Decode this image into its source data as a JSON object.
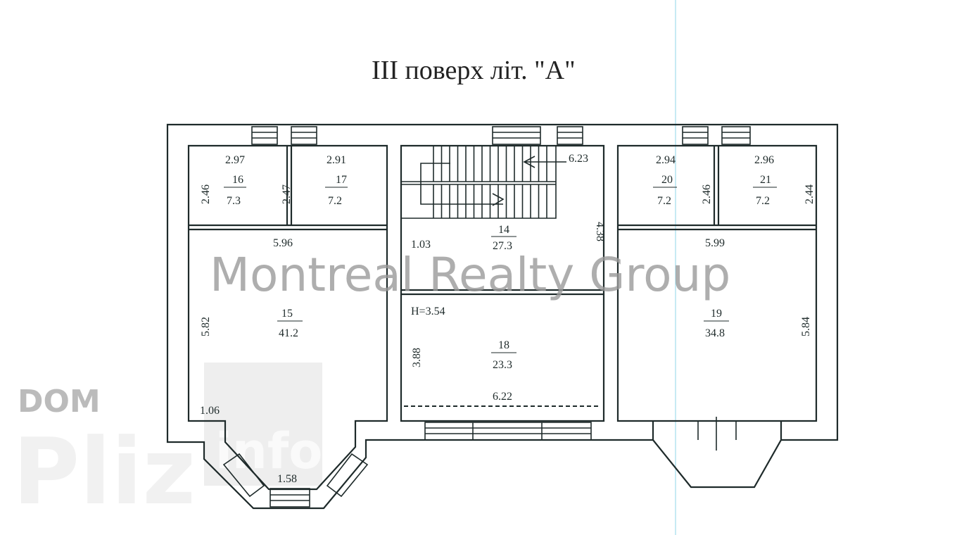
{
  "title": "III поверх літ. \"A\"",
  "rooms": [
    {
      "number": "16",
      "area": "7.3",
      "width": "2.97",
      "depth": "2.46"
    },
    {
      "number": "17",
      "area": "7.2",
      "width": "2.91",
      "depth": "2.47"
    },
    {
      "number": "14",
      "area": "27.3",
      "width": "6.23",
      "depth": "4.38",
      "door": "1.03"
    },
    {
      "number": "20",
      "area": "7.2",
      "width": "2.94",
      "depth": "2.46"
    },
    {
      "number": "21",
      "area": "7.2",
      "width": "2.96",
      "depth": "2.44"
    },
    {
      "number": "15",
      "area": "41.2",
      "width": "5.96",
      "depth": "5.82",
      "bay_side": "1.06",
      "bay_front": "1.58"
    },
    {
      "number": "18",
      "area": "23.3",
      "width": "6.22",
      "depth": "3.88",
      "height": "H=3.54"
    },
    {
      "number": "19",
      "area": "34.8",
      "width": "5.99",
      "depth": "5.84"
    }
  ],
  "watermark": "Montreal Realty Group",
  "logo": {
    "top": "DOM",
    "main": "Pliz",
    "suffix": "info"
  },
  "colors": {
    "line": "#1e2a2a",
    "guide": "#7fd3e6",
    "watermark": "#9a9a9a"
  }
}
